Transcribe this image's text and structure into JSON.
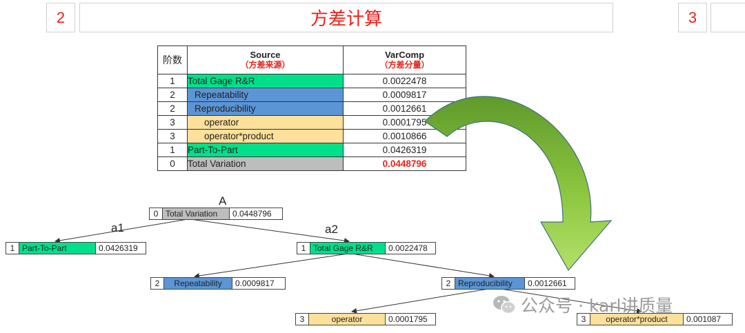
{
  "header": {
    "left_num": "2",
    "title": "方差计算",
    "right_num": "3"
  },
  "colors": {
    "green": "#00e08a",
    "blue": "#5b95d6",
    "yellow": "#fde09a",
    "gray": "#bdbdbd",
    "accent": "#e8221b"
  },
  "table": {
    "col_level": "阶数",
    "col_source": "Source",
    "col_source_sub": "（方差来源）",
    "col_varcomp": "VarComp",
    "col_varcomp_sub": "（方差分量）",
    "rows": [
      {
        "level": "1",
        "source": "Total Gage R&R",
        "value": "0.0022478"
      },
      {
        "level": "2",
        "source": "Repeatability",
        "value": "0.0009817"
      },
      {
        "level": "2",
        "source": "Reproducibility",
        "value": "0.0012661"
      },
      {
        "level": "3",
        "source": "operator",
        "value": "0.0001795"
      },
      {
        "level": "3",
        "source": "operator*product",
        "value": "0.0010866"
      },
      {
        "level": "1",
        "source": "Part-To-Part",
        "value": "0.0426319"
      },
      {
        "level": "0",
        "source": "Total Variation",
        "value": "0.0448796"
      }
    ]
  },
  "tree": {
    "label_A": "A",
    "label_a1": "a1",
    "label_a2": "a2",
    "nodes": {
      "total": {
        "level": "0",
        "label": "Total Variation",
        "value": "0.0448796"
      },
      "part": {
        "level": "1",
        "label": "Part-To-Part",
        "value": "0.0426319"
      },
      "gage": {
        "level": "1",
        "label": "Total Gage R&R",
        "value": "0.0022478"
      },
      "repeat": {
        "level": "2",
        "label": "Repeatability",
        "value": "0.0009817"
      },
      "reprod": {
        "level": "2",
        "label": "Reproducibility",
        "value": "0.0012661"
      },
      "oper": {
        "level": "3",
        "label": "operator",
        "value": "0.0001795"
      },
      "operprod": {
        "level": "3",
        "label": "operator*product",
        "value": "0.001087"
      }
    }
  },
  "watermark": {
    "text": "公众号 · karl讲质量",
    "icon": "wechat-icon"
  }
}
